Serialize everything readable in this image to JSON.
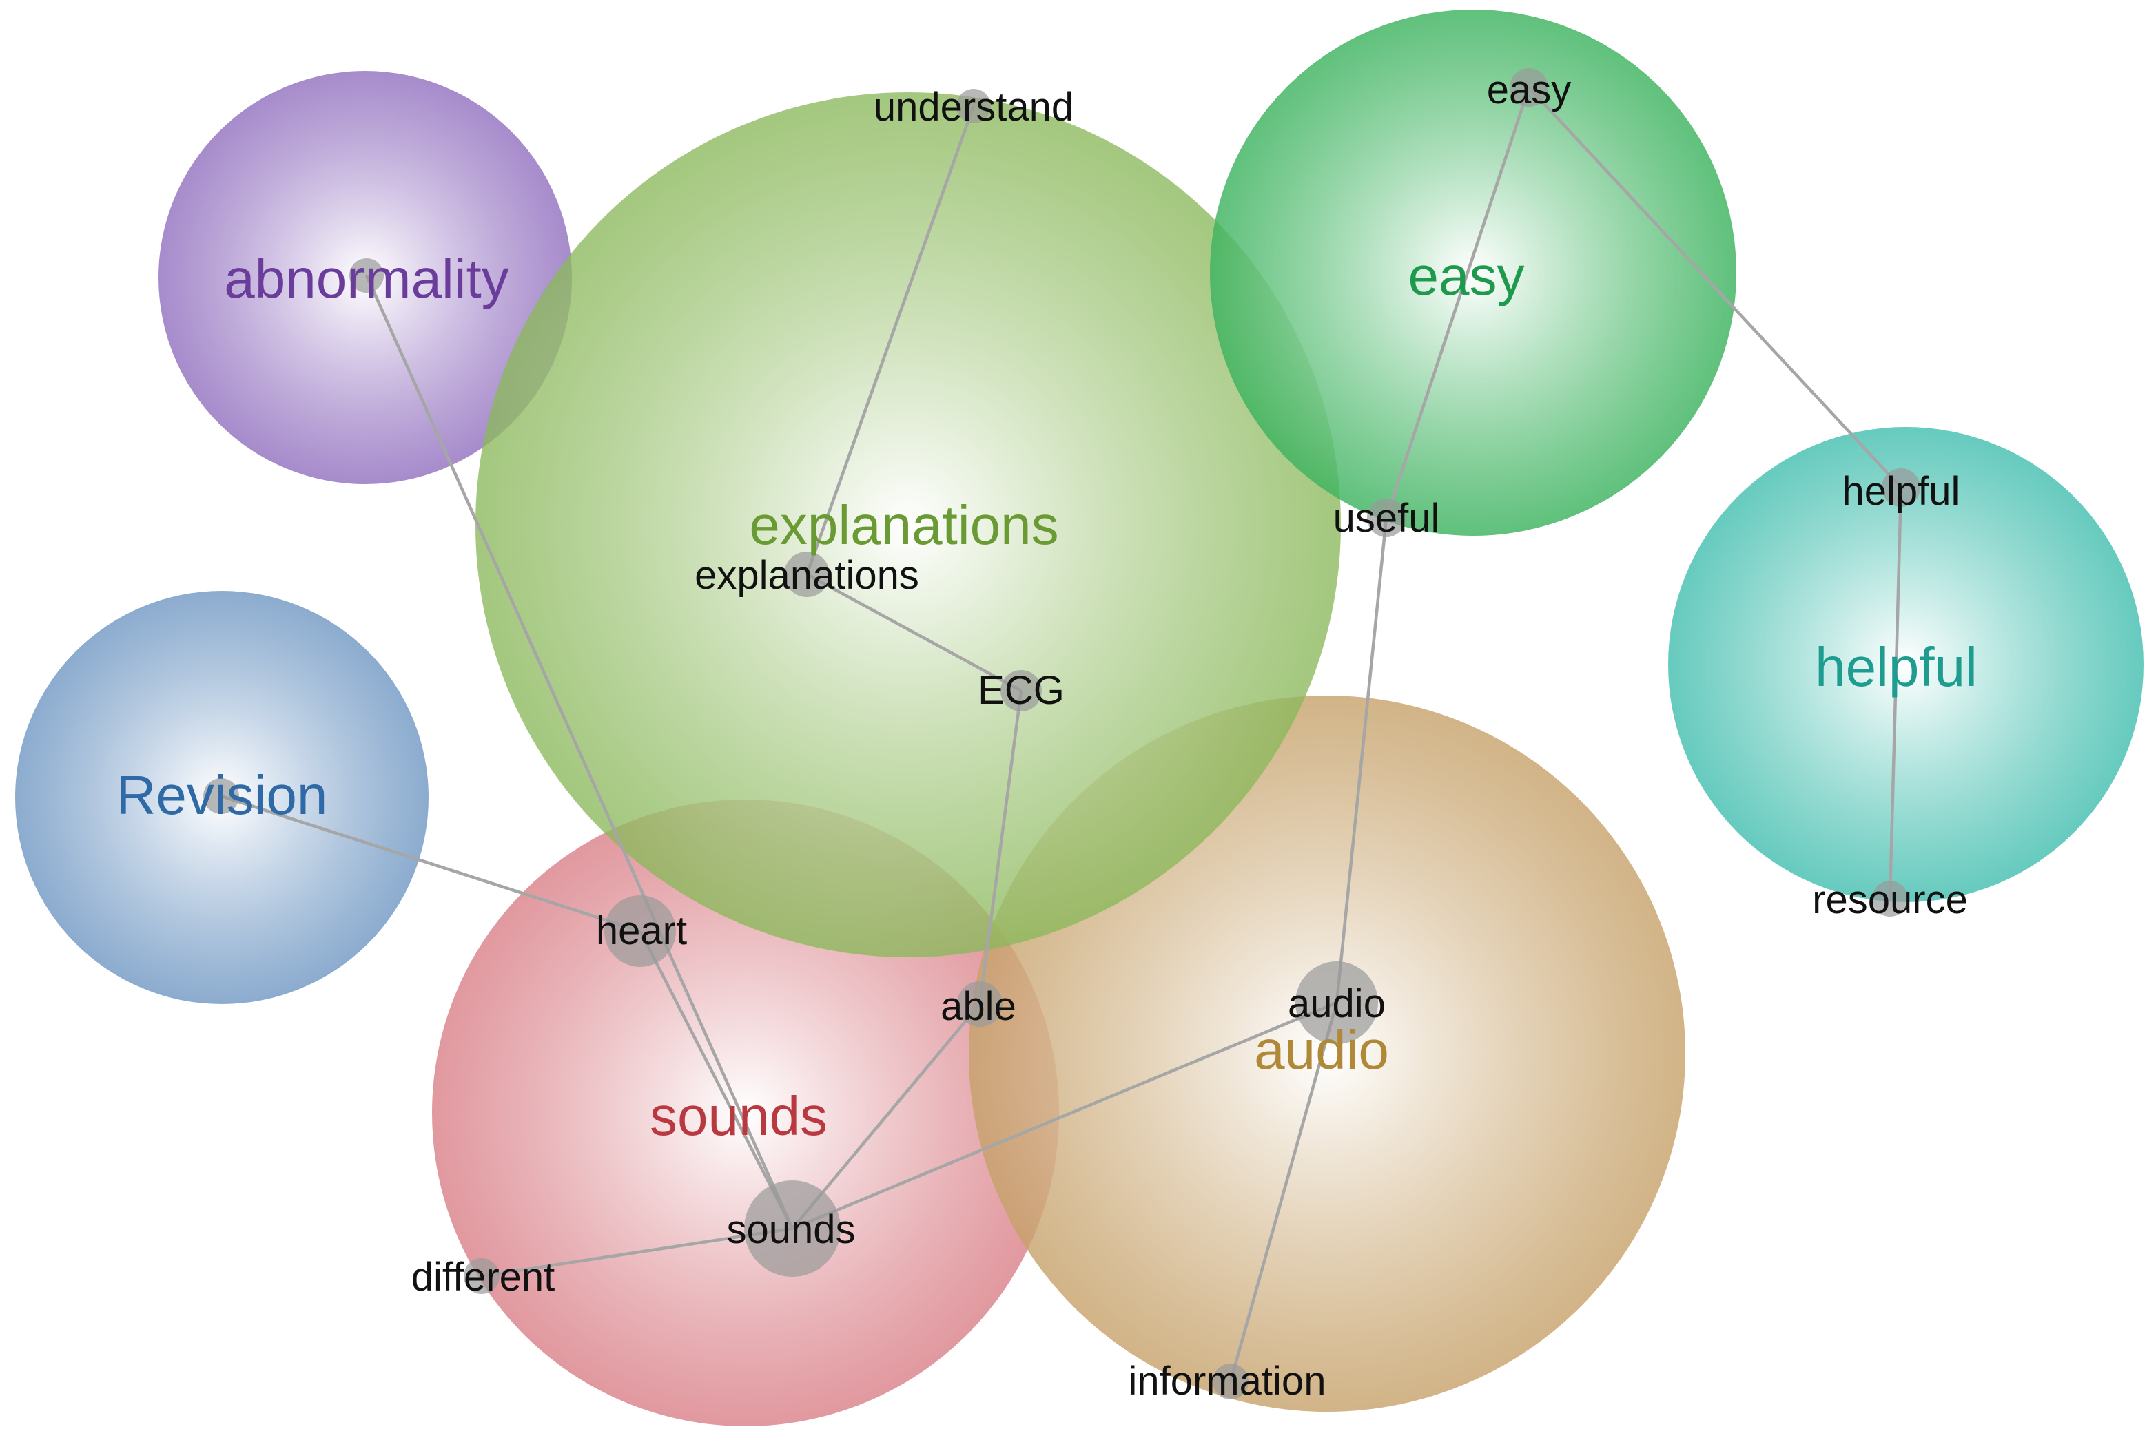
{
  "themes": [
    {
      "id": "abnormality",
      "label": "abnormality",
      "color": "#8e6bbd",
      "text_color": "#6a3d9a"
    },
    {
      "id": "explanations",
      "label": "explanations",
      "color": "#8ab85a",
      "text_color": "#6a9a34"
    },
    {
      "id": "easy",
      "label": "easy",
      "color": "#3db35f",
      "text_color": "#1f9a4c"
    },
    {
      "id": "helpful",
      "label": "helpful",
      "color": "#45bfb0",
      "text_color": "#1f9c90"
    },
    {
      "id": "revision",
      "label": "Revision",
      "color": "#6f97c3",
      "text_color": "#2f6aa6"
    },
    {
      "id": "sounds",
      "label": "sounds",
      "color": "#d87c84",
      "text_color": "#b8393f"
    },
    {
      "id": "audio",
      "label": "audio",
      "color": "#c6a169",
      "text_color": "#b08938"
    }
  ],
  "nodes": [
    {
      "id": "understand",
      "label": "understand"
    },
    {
      "id": "abnormality_n",
      "label": ""
    },
    {
      "id": "explanations_n",
      "label": "explanations"
    },
    {
      "id": "ecg",
      "label": "ECG"
    },
    {
      "id": "easy_n",
      "label": "easy"
    },
    {
      "id": "useful",
      "label": "useful"
    },
    {
      "id": "helpful_n",
      "label": "helpful"
    },
    {
      "id": "resource",
      "label": "resource"
    },
    {
      "id": "revision_n",
      "label": ""
    },
    {
      "id": "heart",
      "label": "heart"
    },
    {
      "id": "able",
      "label": "able"
    },
    {
      "id": "audio_n",
      "label": "audio"
    },
    {
      "id": "sounds_n",
      "label": "sounds"
    },
    {
      "id": "different",
      "label": "different"
    },
    {
      "id": "information",
      "label": "information"
    }
  ],
  "edges": [
    [
      "abnormality_n",
      "sounds_n"
    ],
    [
      "understand",
      "explanations_n"
    ],
    [
      "explanations_n",
      "ecg"
    ],
    [
      "ecg",
      "able"
    ],
    [
      "able",
      "sounds_n"
    ],
    [
      "easy_n",
      "useful"
    ],
    [
      "useful",
      "audio_n"
    ],
    [
      "audio_n",
      "information"
    ],
    [
      "easy_n",
      "helpful_n"
    ],
    [
      "helpful_n",
      "resource"
    ],
    [
      "revision_n",
      "heart"
    ],
    [
      "heart",
      "sounds_n"
    ],
    [
      "sounds_n",
      "audio_n"
    ],
    [
      "sounds_n",
      "different"
    ]
  ]
}
